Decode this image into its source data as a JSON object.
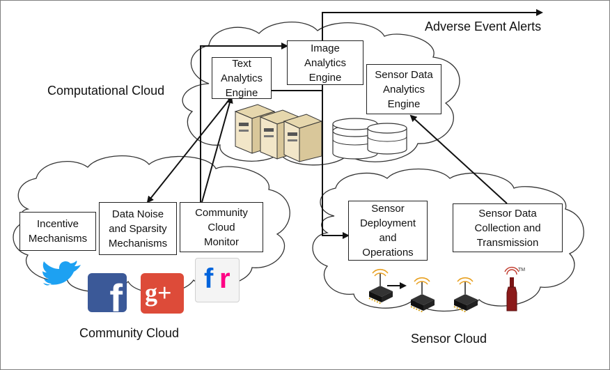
{
  "labels": {
    "adverse_alerts": "Adverse Event Alerts",
    "computational_cloud": "Computational Cloud",
    "community_cloud": "Community Cloud",
    "sensor_cloud": "Sensor Cloud"
  },
  "boxes": {
    "text_analytics": "Text\nAnalytics\nEngine",
    "image_analytics": "Image\nAnalytics\nEngine",
    "sensor_data_analytics": "Sensor Data\nAnalytics\nEngine",
    "incentive": "Incentive\nMechanisms",
    "data_noise": "Data Noise\nand Sparsity\nMechanisms",
    "community_monitor": "Community\nCloud\nMonitor",
    "sensor_deployment": "Sensor\nDeployment\nand\nOperations",
    "sensor_collection": "Sensor Data\nCollection and\nTransmission"
  },
  "logos": {
    "facebook": "f",
    "googleplus": "g+",
    "flickr_f": "f",
    "flickr_r": "r",
    "trademark": "TM"
  },
  "colors": {
    "line": "#111111",
    "cloud_stroke": "#333333",
    "twitter": "#1da1f2",
    "facebook": "#3b5998",
    "googleplus": "#dd4b39",
    "flickr_blue": "#0063dc",
    "flickr_pink": "#ff0084",
    "server": "#f2e6c8",
    "sensor_chip": "#222222",
    "sensor_antenna": "#e8a020",
    "bottle": "#8b1a1a"
  }
}
